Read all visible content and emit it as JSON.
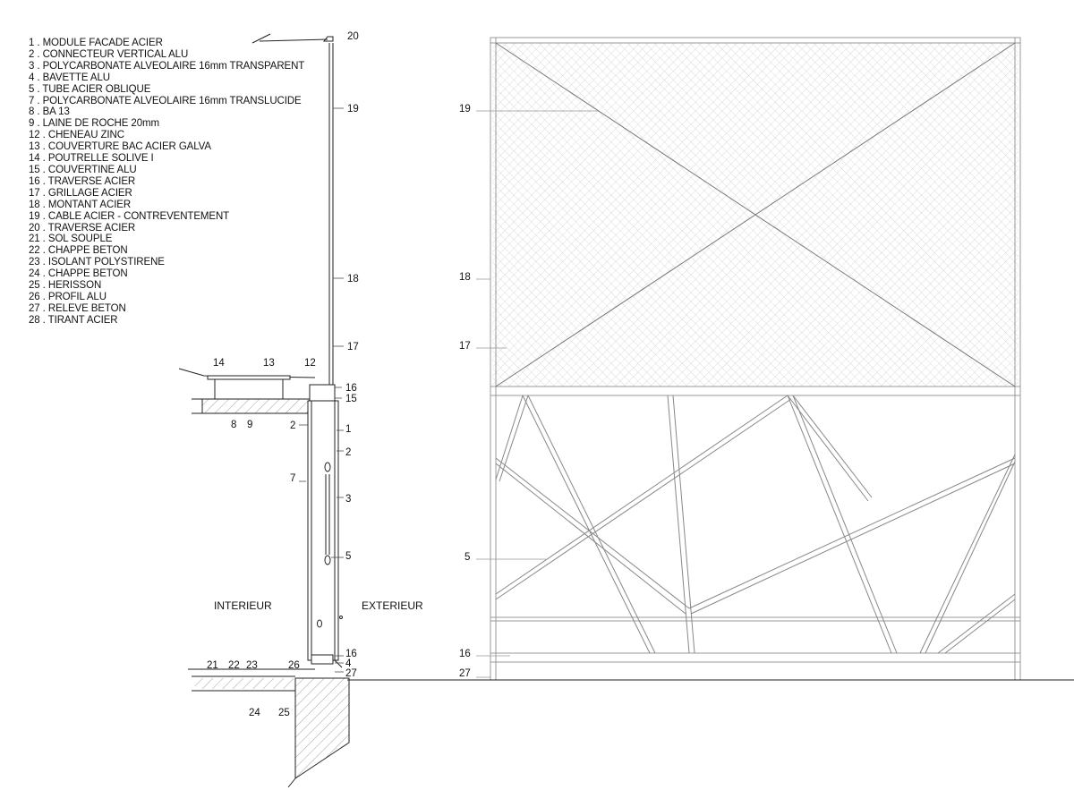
{
  "legend": [
    "1 . MODULE FACADE ACIER",
    "2 . CONNECTEUR VERTICAL ALU",
    "3 . POLYCARBONATE ALVEOLAIRE 16mm TRANSPARENT",
    "4 . BAVETTE ALU",
    "5 . TUBE ACIER OBLIQUE",
    "7 . POLYCARBONATE ALVEOLAIRE 16mm TRANSLUCIDE",
    "8 . BA 13",
    "9 . LAINE DE ROCHE 20mm",
    "12 . CHENEAU ZINC",
    "13 . COUVERTURE BAC ACIER GALVA",
    "14 . POUTRELLE SOLIVE I",
    "15 . COUVERTINE ALU",
    "16 . TRAVERSE ACIER",
    "17 . GRILLAGE ACIER",
    "18 . MONTANT ACIER",
    "19 . CABLE ACIER - CONTREVENTEMENT",
    "20 . TRAVERSE ACIER",
    "21 . SOL SOUPLE",
    "22 . CHAPPE BETON",
    "23 . ISOLANT POLYSTIRENE",
    "24 . CHAPPE BETON",
    "25 . HERISSON",
    "26 . PROFIL ALU",
    "27 . RELEVE BETON",
    "28 . TIRANT ACIER"
  ],
  "section_callouts": {
    "c20": "20",
    "c19": "19",
    "c18": "18",
    "c17": "17",
    "c14": "14",
    "c13": "13",
    "c12": "12",
    "c16a": "16",
    "c15": "15",
    "c8": "8",
    "c9": "9",
    "c2a": "2",
    "c1": "1",
    "c2b": "2",
    "c7": "7",
    "c3": "3",
    "c5": "5",
    "c16b": "16",
    "c4": "4",
    "c27": "27",
    "c21": "21",
    "c22": "22",
    "c23": "23",
    "c26": "26",
    "c24": "24",
    "c25": "25"
  },
  "section_words": {
    "interior": "INTERIEUR",
    "exterior": "EXTERIEUR"
  },
  "elevation_callouts": {
    "e19": "19",
    "e18": "18",
    "e17": "17",
    "e5": "5",
    "e16": "16",
    "e27": "27"
  }
}
